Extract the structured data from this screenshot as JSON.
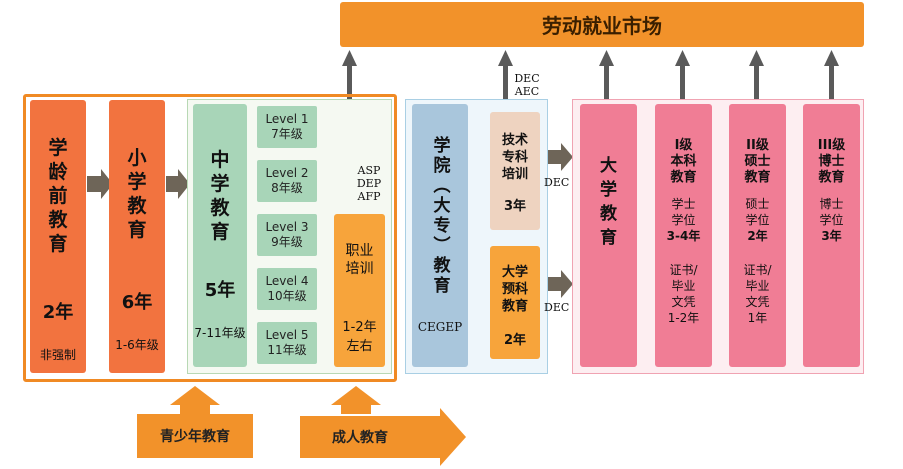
{
  "top": {
    "label": "劳动就业市场"
  },
  "preschool": {
    "name": "学龄前教育",
    "years": "2年",
    "note": "非强制"
  },
  "primary": {
    "name": "小学教育",
    "years": "6年",
    "grades": "1-6年级"
  },
  "secondary": {
    "name": "中学教育",
    "years": "5年",
    "grades": "7-11年级"
  },
  "levels": [
    {
      "label": "Level 1",
      "grade": "7年级"
    },
    {
      "label": "Level 2",
      "grade": "8年级"
    },
    {
      "label": "Level 3",
      "grade": "9年级"
    },
    {
      "label": "Level 4",
      "grade": "10年级"
    },
    {
      "label": "Level 5",
      "grade": "11年级"
    }
  ],
  "vocational": {
    "name": "职业培训",
    "years": "1-2年",
    "approx": "左右",
    "certs": [
      "ASP",
      "DEP",
      "AFP"
    ]
  },
  "college": {
    "name": "学院（大专）教育",
    "abbr": "CEGEP"
  },
  "tech": {
    "name": "技术专科培训",
    "years": "3年",
    "certs": [
      "DEC",
      "AEC"
    ]
  },
  "prep": {
    "name": "大学预科教育",
    "years": "2年"
  },
  "dec_labels": [
    "DEC",
    "DEC"
  ],
  "university": {
    "name": "大学教育"
  },
  "bachelor": {
    "level": "I级",
    "name": "本科",
    "name2": "教育",
    "degree1": "学士",
    "degree2": "学位",
    "degree_years": "3-4年",
    "cert1": "证书/",
    "cert2": "毕业",
    "cert3": "文凭",
    "cert_years": "1-2年"
  },
  "master": {
    "level": "II级",
    "name": "硕士",
    "name2": "教育",
    "degree1": "硕士",
    "degree2": "学位",
    "degree_years": "2年",
    "cert1": "证书/",
    "cert2": "毕业",
    "cert3": "文凭",
    "cert_years": "1年"
  },
  "doctor": {
    "level": "III级",
    "name": "博士",
    "name2": "教育",
    "degree1": "博士",
    "degree2": "学位",
    "degree_years": "3年"
  },
  "youth": {
    "label": "青少年教育"
  },
  "adult": {
    "label": "成人教育"
  }
}
